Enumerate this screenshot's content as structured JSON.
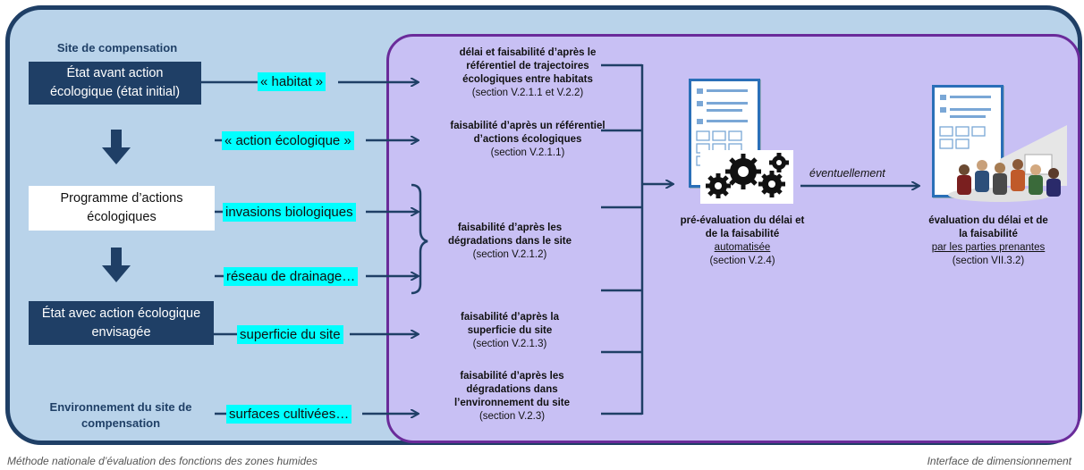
{
  "left": {
    "site_label": "Site de compensation",
    "initial_state": "État avant action écologique (état initial)",
    "program": "Programme d’actions écologiques",
    "envisaged_state": "État avec action écologique envisagée",
    "environment_label": "Environnement du site de compensation"
  },
  "tags": {
    "habitat": "« habitat »",
    "action": "« action écologique »",
    "invasions": "invasions biologiques",
    "drainage": "réseau de drainage…",
    "superficie": "superficie du site",
    "surfaces": "surfaces cultivées…"
  },
  "criteria": [
    {
      "title": "délai et faisabilité d’après le référentiel de trajectoires écologiques entre habitats",
      "ref": "(section V.2.1.1 et V.2.2)"
    },
    {
      "title": "faisabilité d’après un référentiel d’actions écologiques",
      "ref": "(section V.2.1.1)"
    },
    {
      "title": "faisabilité d’après les dégradations dans le site",
      "ref": "(section V.2.1.2)"
    },
    {
      "title": "faisabilité d’après la superficie du site",
      "ref": "(section V.2.1.3)"
    },
    {
      "title": "faisabilité d’après les dégradations dans l’environnement du site",
      "ref": "(section V.2.3)"
    }
  ],
  "pre_eval": {
    "title": "pré-évaluation du délai et de la faisabilité",
    "sub": "automatisée",
    "ref": "(section V.2.4)"
  },
  "arrow_label": "éventuellement",
  "final_eval": {
    "title": "évaluation du délai et de la faisabilité",
    "sub": "par les parties prenantes",
    "ref": "(section VII.3.2)"
  },
  "footer": {
    "left": "Méthode nationale d’évaluation des fonctions des zones humides",
    "right": "Interface de dimensionnement"
  },
  "colors": {
    "navy": "#1f3f66",
    "purple": "#6a2b9a",
    "cyan": "#00ffff",
    "lavender": "#c8c0f4",
    "light_blue": "#b9d3ea"
  }
}
